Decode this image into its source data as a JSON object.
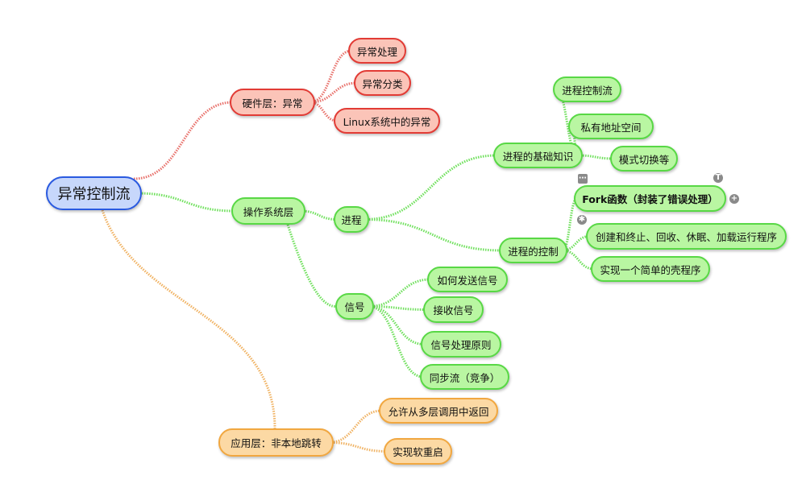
{
  "root": {
    "label": "异常控制流",
    "color": "#2a5ae0"
  },
  "hardware": {
    "label": "硬件层：异常",
    "children": [
      "异常处理",
      "异常分类",
      "Linux系统中的异常"
    ]
  },
  "os": {
    "label": "操作系统层"
  },
  "process": {
    "label": "进程"
  },
  "process_basics": {
    "label": "进程的基础知识",
    "children": [
      "进程控制流",
      "私有地址空间",
      "模式切换等"
    ]
  },
  "process_control": {
    "label": "进程的控制",
    "children": [
      "Fork函数（封装了错误处理）",
      "创建和终止、回收、休眠、加载运行程序",
      "实现一个简单的壳程序"
    ]
  },
  "signal": {
    "label": "信号",
    "children": [
      "如何发送信号",
      "接收信号",
      "信号处理原则",
      "同步流（竞争）"
    ]
  },
  "app": {
    "label": "应用层：非本地跳转",
    "children": [
      "允许从多层调用中返回",
      "实现软重启"
    ]
  },
  "node_icons": {
    "more": "⋯",
    "topic": "T",
    "add": "+",
    "star": "✱"
  },
  "edge_colors": {
    "red": "#e8706a",
    "green": "#6fe05c",
    "orange": "#f0b262"
  }
}
